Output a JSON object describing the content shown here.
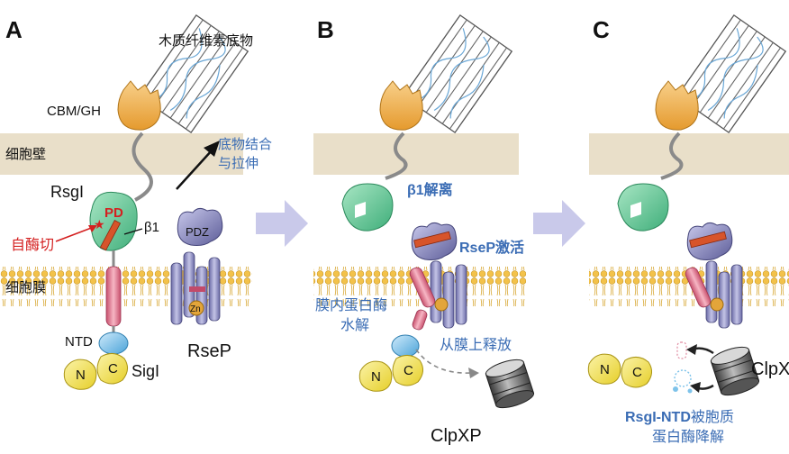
{
  "panels": [
    {
      "letter": "A",
      "substrate_label": "木质纤维素底物",
      "cbm_label": "CBM/GH",
      "cell_wall_label": "细胞壁",
      "substrate_binding_label_line1": "底物结合",
      "substrate_binding_label_line2": "与拉伸",
      "rsgi_label": "RsgI",
      "pd_label": "PD",
      "beta1_label": "β1",
      "autocleavage_label": "自酶切",
      "membrane_label": "细胞膜",
      "pdz_label": "PDZ",
      "zn_label": "Zn",
      "ntd_label": "NTD",
      "n_label": "N",
      "c_label": "C",
      "sigi_label": "SigI",
      "rsep_label": "RseP"
    },
    {
      "letter": "B",
      "beta1_dissociation_label": "β1解离",
      "rsep_activation_label": "RseP激活",
      "rip_label_line1": "膜内蛋白酶",
      "rip_label_line2": "水解",
      "release_label": "从膜上释放",
      "n_label": "N",
      "c_label": "C",
      "clpxp_label": "ClpXP"
    },
    {
      "letter": "C",
      "n_label": "N",
      "c_label": "C",
      "clpx_label": "ClpX",
      "degradation_label_bold": "RsgI-NTD",
      "degradation_label_rest": "被胞质",
      "degradation_label_line2": "蛋白酶降解"
    }
  ],
  "colors": {
    "cell_wall": "#e9dfc9",
    "membrane_lipid": "#f3c24a",
    "rsgi_green": "#7fd3a6",
    "cbm_orange": "#f2b458",
    "rsep_purple": "#8c8cc2",
    "sigi_yellow": "#f5e66a",
    "ntd_blue": "#7ec3ea",
    "tm_pink": "#e8859c",
    "beta1_orange": "#d7542a",
    "arrow_lavender": "#c9c9ea",
    "label_blue": "#3a6cb4",
    "label_red": "#d42020"
  }
}
